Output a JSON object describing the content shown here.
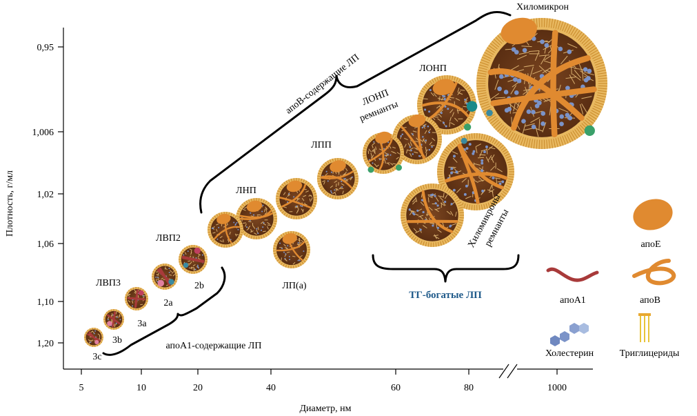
{
  "axes": {
    "x_title": "Диаметр, нм",
    "y_title": "Плотность, г/мл",
    "x_ticks": [
      "5",
      "10",
      "20",
      "40",
      "60",
      "80",
      "1000"
    ],
    "y_ticks": [
      "0,95",
      "1,006",
      "1,02",
      "1,06",
      "1,10",
      "1,20"
    ]
  },
  "groups": {
    "apob": "апоВ-содержащие ЛП",
    "apoa1": "апоА1-содержащие ЛП",
    "tg_rich": "ТГ-богатые ЛП"
  },
  "particles": {
    "chylomicron": "Хиломикрон",
    "vldl": "ЛОНП",
    "vldl_remnants_1": "ЛОНП",
    "vldl_remnants_2": "ремнанты",
    "idl": "ЛПП",
    "ldl": "ЛНП",
    "lpa": "ЛП(а)",
    "hdl2": "ЛВП2",
    "hdl3": "ЛВП3",
    "hdl_2b": "2b",
    "hdl_2a": "2a",
    "hdl_3a": "3a",
    "hdl_3b": "3b",
    "hdl_3c": "3c",
    "cm_remnants_1": "Хиломикроны",
    "cm_remnants_2": "ремнанты"
  },
  "legend": {
    "apoe": "апоЕ",
    "apoa1": "апоА1",
    "apob": "апоВ",
    "cholesterol": "Холестерин",
    "triglycerides": "Триглицериды"
  },
  "colors": {
    "core": "#6b3a1a",
    "shell": "#e8b860",
    "apoe": "#e08a30",
    "apoa1": "#a83a3a",
    "cholesterol": "#7b93c8",
    "triglyceride": "#e8c43a",
    "tg_label": "#1f5a8a"
  }
}
